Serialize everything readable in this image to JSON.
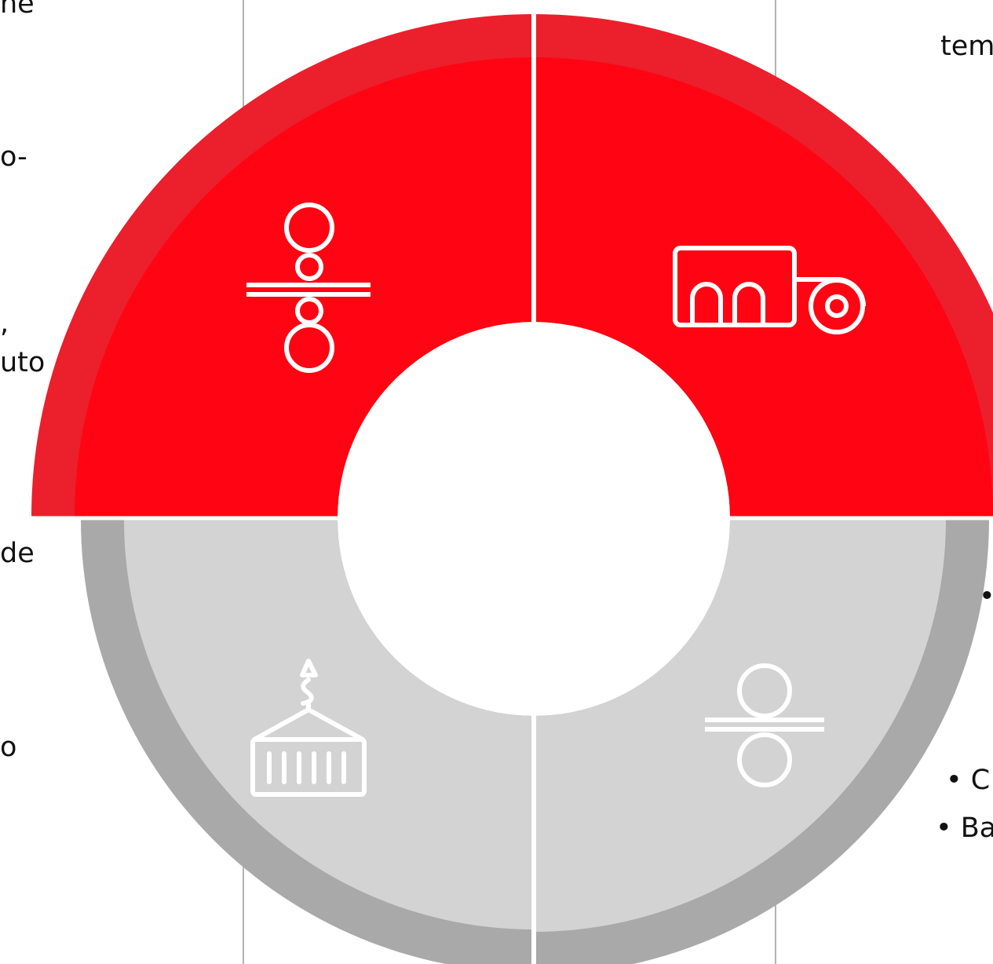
{
  "colors": {
    "red_outer": "#ec1f2c",
    "red_inner": "#ff0412",
    "grey_outer": "#a9a9a9",
    "grey_inner": "#d3d3d3",
    "divider": "#ffffff",
    "grid_line": "#b3b3b3",
    "icon_stroke": "#ffffff"
  },
  "segments": [
    {
      "id": "top-left",
      "tone": "red",
      "icon": "rollers-icon"
    },
    {
      "id": "top-right",
      "tone": "red",
      "icon": "tractor-trailer-icon"
    },
    {
      "id": "bottom-left",
      "tone": "grey",
      "icon": "crane-container-icon"
    },
    {
      "id": "bottom-right",
      "tone": "grey",
      "icon": "rollers-icon"
    }
  ],
  "text_fragments": {
    "left": [
      "ne",
      "o-",
      ",",
      "uto",
      "de",
      "o"
    ],
    "right": [
      "tem",
      "•",
      "• C",
      "• Ba"
    ]
  }
}
